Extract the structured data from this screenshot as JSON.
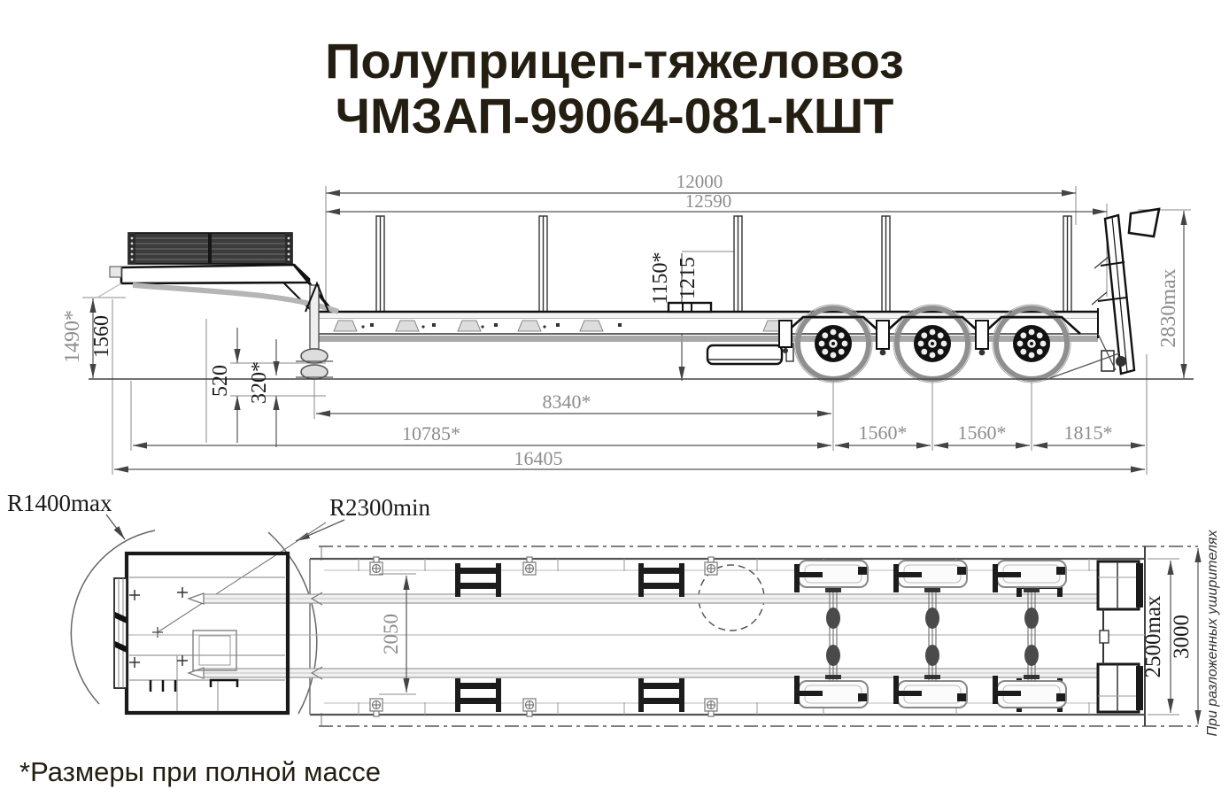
{
  "title": {
    "line1": "Полуприцеп-тяжеловоз",
    "line2": "ЧМЗАП-99064-081-КШТ"
  },
  "footnote": "*Размеры при полной массе",
  "colors": {
    "title_ink": "#241e12",
    "dim_gray": "#8c8c8c",
    "dim_black": "#1a1a1a",
    "line_black": "#1b1b1b",
    "line_gray": "#8f8f8f"
  },
  "side_view": {
    "dims": {
      "length_platform": "12000",
      "length_bed": "12590",
      "height_coupling_laden": "1490*",
      "height_coupling": "1560",
      "clearance": "520",
      "clearance_laden": "320*",
      "deck_height_laden": "1150*",
      "deck_height": "1215",
      "height_rear_max": "2830max",
      "kingpin_to_bogie": "8340*",
      "front_to_bogie": "10785*",
      "axle_spacing_1": "1560*",
      "axle_spacing_2": "1560*",
      "rear_overhang": "1815*",
      "overall_length": "16405"
    }
  },
  "top_view": {
    "dims": {
      "radius_gooseneck": "R1400max",
      "radius_clearance": "R2300min",
      "frame_width": "2050",
      "overall_width": "2500max",
      "width_extended": "3000"
    },
    "note_extenders": "При разложенных уширителях"
  }
}
